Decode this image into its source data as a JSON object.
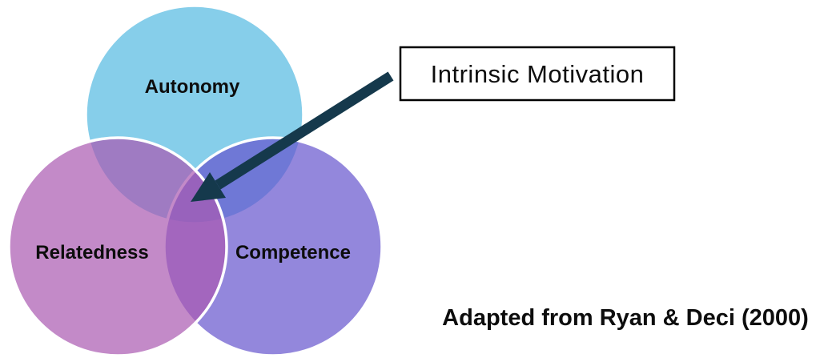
{
  "figure": {
    "background": "#ffffff",
    "text_color": "#0d0d0d",
    "attribution": "Adapted from Ryan & Deci (2000)"
  },
  "venn": {
    "outline_color": "#ffffff",
    "circles": [
      {
        "label": "Autonomy",
        "fill": "rgba(83,185,225,0.7)"
      },
      {
        "label": "Competence",
        "fill": "rgba(101,84,205,0.7)"
      },
      {
        "label": "Relatedness",
        "fill": "rgba(169,88,176,0.7)"
      }
    ],
    "overlap_center_meaning": "Intrinsic Motivation"
  },
  "callout": {
    "label": "Intrinsic Motivation",
    "border_color": "#000000",
    "fill": "#ffffff"
  },
  "arrow": {
    "color": "#15394C"
  }
}
